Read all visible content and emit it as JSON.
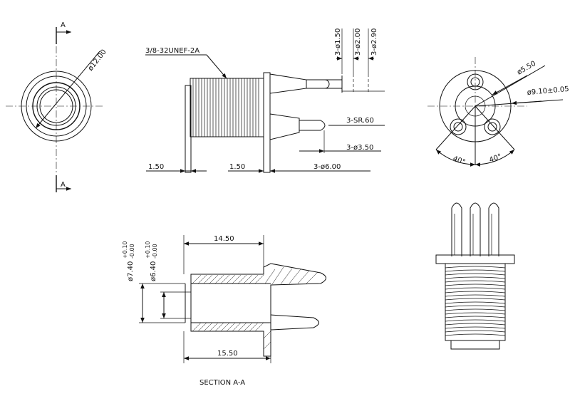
{
  "labels": {
    "section_mark_top": "A",
    "section_mark_bottom": "A",
    "dia_outer": "ø12.00",
    "thread": "3/8-32UNEF-2A",
    "pin_d1": "3-ø1.50",
    "pin_d2": "3-ø2.00",
    "pin_d3": "3-ø2.90",
    "tip_radius": "3-SR.60",
    "pin_d4": "3-ø3.50",
    "pin_d5": "3-ø6.00",
    "dim_left": "1.50",
    "dim_mid": "1.50",
    "dia_bolt": "ø5.50",
    "dia_pcd": "ø9.10±0.05",
    "angle_left": "40°",
    "angle_right": "40°",
    "length_top": "14.50",
    "length_bottom": "15.50",
    "dia_a_main": "ø7.40",
    "dia_a_tol_up": "+0.10",
    "dia_a_tol_dn": "-0.00",
    "dia_b_main": "ø6.40",
    "dia_b_tol_up": "+0.10",
    "dia_b_tol_dn": "-0.00",
    "section_title": "SECTION A-A"
  }
}
